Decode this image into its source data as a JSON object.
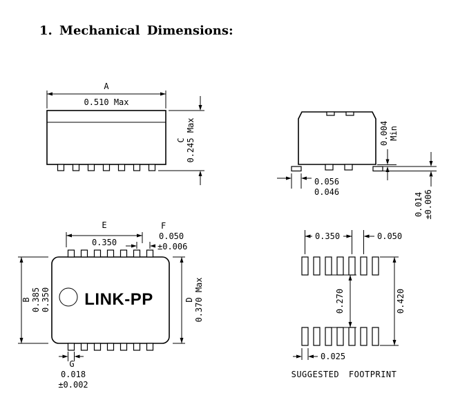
{
  "page": {
    "title": "1. Mechanical Dimensions:",
    "background": "#ffffff",
    "ink": "#000000"
  },
  "side_view": {
    "dim_a": {
      "label": "A",
      "value": "0.510 Max"
    },
    "dim_c": {
      "label": "C",
      "value": "0.245 Max"
    }
  },
  "end_view": {
    "dim_foot": {
      "upper": "0.056",
      "lower": "0.046"
    },
    "dim_standoff": {
      "value": "0.004",
      "qualifier": "Min"
    },
    "dim_lead": {
      "value": "0.014",
      "tolerance": "±0.006"
    }
  },
  "top_view": {
    "logo": "LINK-PP",
    "dim_e": {
      "label": "E",
      "value": "0.350"
    },
    "dim_f": {
      "label": "F",
      "value": "0.050",
      "tolerance": "±0.006"
    },
    "dim_b": {
      "label": "B",
      "value_max": "0.385",
      "value_min": "0.350"
    },
    "dim_d": {
      "label": "D",
      "value": "0.370 Max"
    },
    "dim_g": {
      "label": "G",
      "value": "0.018",
      "tolerance": "±0.002"
    }
  },
  "footprint": {
    "caption": "SUGGESTED FOOTPRINT",
    "dim_span": "0.350",
    "dim_pitch": "0.050",
    "dim_inner": "0.270",
    "dim_outer": "0.420",
    "dim_pad_width": "0.025"
  }
}
